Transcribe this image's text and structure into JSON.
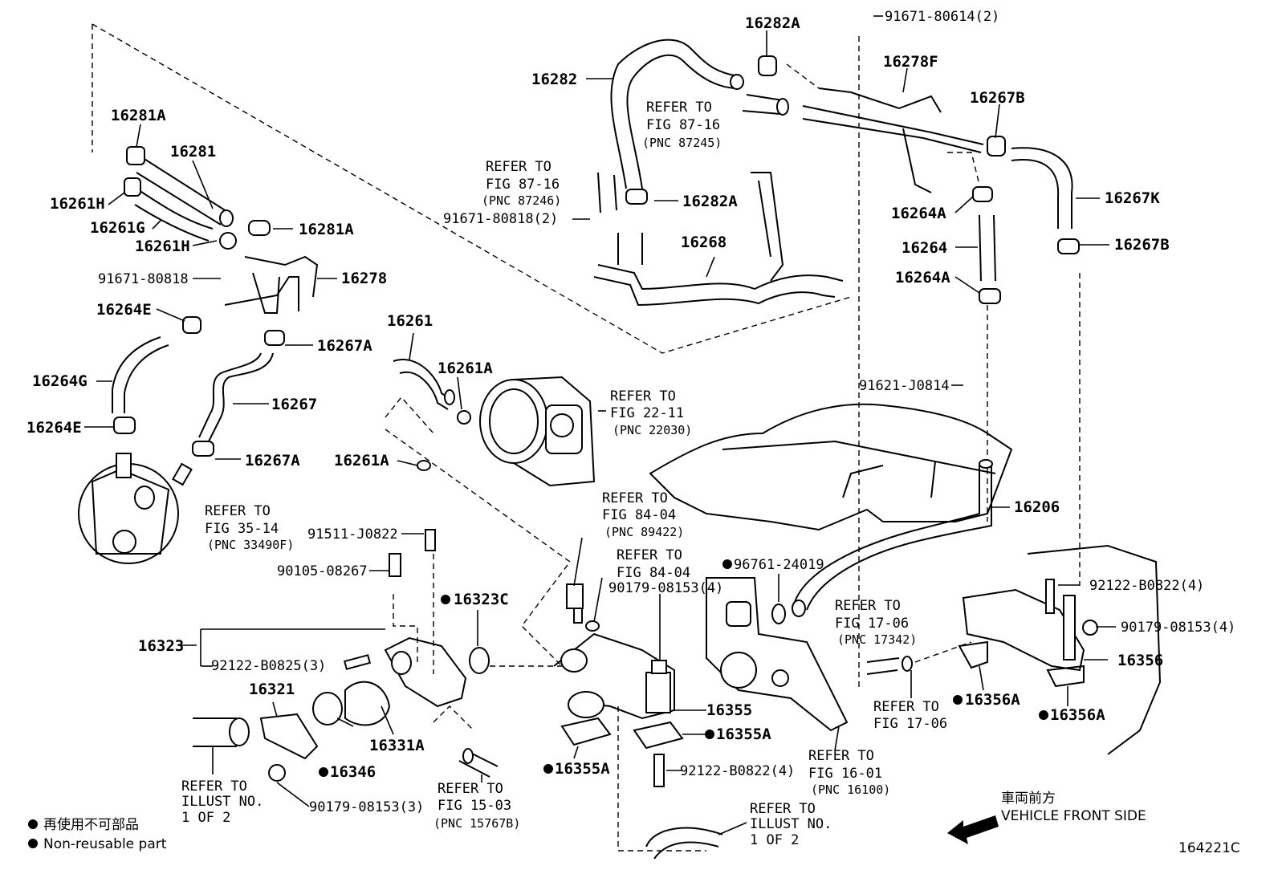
{
  "labels": {
    "p16282A_top": "16282A",
    "p91671_80614": "91671-80614(2)",
    "p16282": "16282",
    "p16278F": "16278F",
    "p16267B_top": "16267B",
    "p16281A_top": "16281A",
    "p16281": "16281",
    "p16261H_a": "16261H",
    "p16261G": "16261G",
    "p16261H_b": "16261H",
    "p16281A_mid": "16281A",
    "p91671_80818_left": "91671-80818",
    "p16278": "16278",
    "p16264E_top": "16264E",
    "p16267A_top": "16267A",
    "p16264G": "16264G",
    "p16267": "16267",
    "p16264E_bot": "16264E",
    "p16267A_bot": "16267A",
    "p16282A_mid": "16282A",
    "p91671_80818_2": "91671-80818(2)",
    "p16268": "16268",
    "p16264A_top": "16264A",
    "p16264": "16264",
    "p16264A_bot": "16264A",
    "p16267K": "16267K",
    "p16267B_bot": "16267B",
    "p16261": "16261",
    "p16261A_top": "16261A",
    "p16261A_bot": "16261A",
    "p91621_J0814": "91621-J0814",
    "p16206": "16206",
    "p91511_J0822": "91511-J0822",
    "p90105_08267": "90105-08267",
    "p16323C": "16323C",
    "p96761_24019": "96761-24019",
    "p90179_08153_4a": "90179-08153(4)",
    "p92122_B0822_4_right": "92122-B0822(4)",
    "p90179_08153_4b": "90179-08153(4)",
    "p16323": "16323",
    "p92122_B0825_3": "92122-B0825(3)",
    "p16321": "16321",
    "p16331A": "16331A",
    "p16346": "16346",
    "p90179_08153_3": "90179-08153(3)",
    "p16355": "16355",
    "p16355A_right": "16355A",
    "p16355A_left": "16355A",
    "p92122_B0822_4_bot": "92122-B0822(4)",
    "p16356": "16356",
    "p16356A_a": "16356A",
    "p16356A_b": "16356A",
    "diagram_code": "164221C"
  },
  "refers": {
    "r87_16_a": [
      "REFER TO",
      "FIG 87-16",
      "(PNC 87245)"
    ],
    "r87_16_b": [
      "REFER TO",
      "FIG 87-16",
      "(PNC 87246)"
    ],
    "r22_11": [
      "REFER TO",
      "FIG 22-11",
      "(PNC 22030)"
    ],
    "r35_14": [
      "REFER TO",
      "FIG 35-14",
      "(PNC 33490F)"
    ],
    "r84_04_a": [
      "REFER TO",
      "FIG 84-04",
      "(PNC 89422)"
    ],
    "r84_04_b": [
      "REFER TO",
      "FIG 84-04"
    ],
    "r17_06_a": [
      "REFER TO",
      "FIG 17-06",
      "(PNC 17342)"
    ],
    "r17_06_b": [
      "REFER TO",
      "FIG 17-06"
    ],
    "r16_01": [
      "REFER TO",
      "FIG 16-01",
      "(PNC 16100)"
    ],
    "r15_03": [
      "REFER TO",
      "FIG 15-03",
      "(PNC 15767B)"
    ],
    "r_illust_a": [
      "REFER TO",
      "ILLUST NO.",
      "1 OF 2"
    ],
    "r_illust_b": [
      "REFER TO",
      "ILLUST NO.",
      "1 OF 2"
    ]
  },
  "legend": {
    "jp": "再使用不可部品",
    "en": "Non-reusable part"
  },
  "front": {
    "jp": "車両前方",
    "en": "VEHICLE FRONT SIDE"
  }
}
